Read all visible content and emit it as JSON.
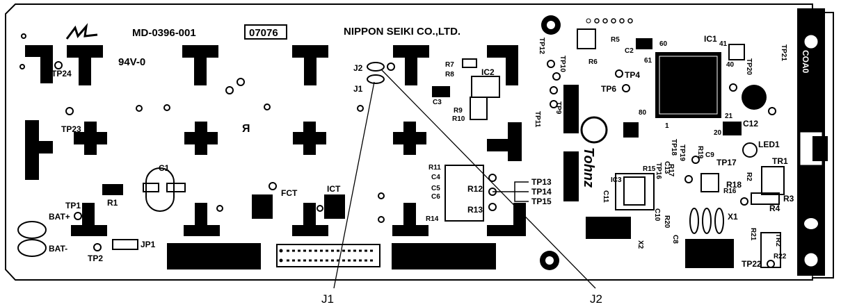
{
  "board": {
    "part_number": "MD-0396-001",
    "code_box": "07076",
    "maker": "NIPPON SEIKI CO.,LTD.",
    "rating": "94V-0",
    "side_label": "COA0",
    "logo_text": "Tohnz"
  },
  "labels": {
    "j2_board": "J2",
    "j1_board": "J1",
    "tp24": "TP24",
    "tp23": "TP23",
    "tp1": "TP1",
    "tp2": "TP2",
    "bat_plus": "BAT+",
    "bat_minus": "BAT-",
    "r1": "R1",
    "jp1": "JP1",
    "c1": "C1",
    "fct": "FCT",
    "ict": "ICT",
    "r7": "R7",
    "r8": "R8",
    "ic2": "IC2",
    "c3": "C3",
    "r9": "R9",
    "r10": "R10",
    "r11": "R11",
    "c4": "C4",
    "c5": "C5",
    "c6": "C6",
    "r12": "R12",
    "r13": "R13",
    "r14": "R14",
    "tp13": "TP13",
    "tp14": "TP14",
    "tp15": "TP15",
    "tp12": "TP12",
    "tp10": "TP10",
    "tp9": "TP9",
    "tp11": "TP11",
    "r5": "R5",
    "r6": "R6",
    "c2": "C2",
    "ic1": "IC1",
    "pin41": "41",
    "pin60": "60",
    "pin61": "61",
    "pin80": "80",
    "pin40": "40",
    "pin1": "1",
    "pin20": "20",
    "pin21": "21",
    "tp4": "TP4",
    "tp6": "TP6",
    "tp20": "TP20",
    "tp21": "TP21",
    "c12": "C12",
    "led1": "LED1",
    "tp17": "TP17",
    "c9": "C9",
    "r19": "R19",
    "tp18": "TP18",
    "tp19": "TP19",
    "c13": "C13",
    "r15": "R15",
    "ic3": "IC3",
    "tp16": "TP16",
    "r17": "R17",
    "c11": "C11",
    "r18": "R18",
    "r16": "R16",
    "tr1": "TR1",
    "r2": "R2",
    "r3": "R3",
    "r4": "R4",
    "c10": "C10",
    "r20": "R20",
    "c8": "C8",
    "x1": "X1",
    "x2": "X2",
    "r21": "R21",
    "tr2": "TR2",
    "r22": "R22",
    "tp22": "TP22"
  },
  "callouts": {
    "j1": "J1",
    "j2": "J2"
  }
}
